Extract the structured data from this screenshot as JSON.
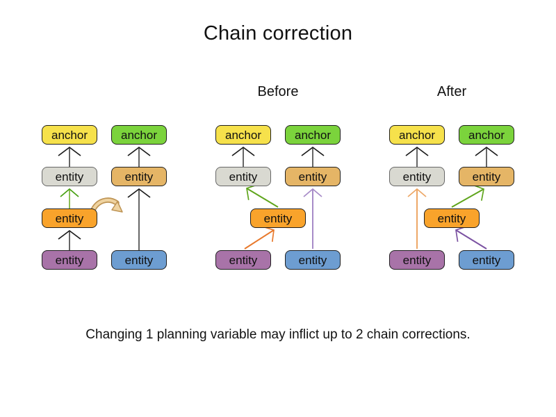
{
  "title": "Chain correction",
  "caption": "Changing 1 planning variable may inflict up to 2 chain corrections.",
  "groups": [
    {
      "label": "",
      "nodes": [
        {
          "label": "anchor",
          "color": "yellow"
        },
        {
          "label": "anchor",
          "color": "green"
        },
        {
          "label": "entity",
          "color": "gray"
        },
        {
          "label": "entity",
          "color": "tan"
        },
        {
          "label": "entity",
          "color": "orange"
        },
        {
          "label": "entity",
          "color": "purple"
        },
        {
          "label": "entity",
          "color": "blue"
        }
      ],
      "arrows": [
        {
          "from": "purple-entity",
          "to": "orange-entity",
          "color": "gray"
        },
        {
          "from": "orange-entity",
          "to": "gray-entity",
          "color": "green"
        },
        {
          "from": "gray-entity",
          "to": "yellow-anchor",
          "color": "gray"
        },
        {
          "from": "blue-entity",
          "to": "tan-entity",
          "color": "gray"
        },
        {
          "from": "tan-entity",
          "to": "green-anchor",
          "color": "gray"
        },
        {
          "type": "move-hint",
          "from": "orange-entity",
          "to": "blue-chain",
          "color": "tan-curved"
        }
      ]
    },
    {
      "label": "Before",
      "nodes": [
        {
          "label": "anchor",
          "color": "yellow"
        },
        {
          "label": "anchor",
          "color": "green"
        },
        {
          "label": "entity",
          "color": "gray"
        },
        {
          "label": "entity",
          "color": "tan"
        },
        {
          "label": "entity",
          "color": "orange"
        },
        {
          "label": "entity",
          "color": "purple"
        },
        {
          "label": "entity",
          "color": "blue"
        }
      ],
      "arrows": [
        {
          "from": "gray-entity",
          "to": "yellow-anchor",
          "color": "gray"
        },
        {
          "from": "tan-entity",
          "to": "green-anchor",
          "color": "gray"
        },
        {
          "from": "orange-entity",
          "to": "gray-entity",
          "color": "green"
        },
        {
          "from": "purple-entity",
          "to": "orange-entity",
          "color": "orange"
        },
        {
          "from": "blue-entity",
          "to": "tan-entity",
          "color": "purple"
        }
      ]
    },
    {
      "label": "After",
      "nodes": [
        {
          "label": "anchor",
          "color": "yellow"
        },
        {
          "label": "anchor",
          "color": "green"
        },
        {
          "label": "entity",
          "color": "gray"
        },
        {
          "label": "entity",
          "color": "tan"
        },
        {
          "label": "entity",
          "color": "orange"
        },
        {
          "label": "entity",
          "color": "purple"
        },
        {
          "label": "entity",
          "color": "blue"
        }
      ],
      "arrows": [
        {
          "from": "gray-entity",
          "to": "yellow-anchor",
          "color": "gray"
        },
        {
          "from": "tan-entity",
          "to": "green-anchor",
          "color": "gray"
        },
        {
          "from": "purple-entity",
          "to": "gray-entity",
          "color": "orange"
        },
        {
          "from": "orange-entity",
          "to": "tan-entity",
          "color": "green"
        },
        {
          "from": "blue-entity",
          "to": "orange-entity",
          "color": "purple"
        }
      ]
    }
  ],
  "palette": {
    "anchor-yellow": "#F6E14B",
    "anchor-green": "#7BD33C",
    "entity-gray": "#D9D9D1",
    "entity-tan": "#E5B566",
    "entity-orange": "#F9A32B",
    "entity-purple": "#A873A8",
    "entity-blue": "#6D9DD1",
    "node-border": "#1F1F1F",
    "gray-node-border": "#666666",
    "arrow-gray": "#666666",
    "arrow-head-dark": "#1A1A1A",
    "arrow-green": "#5FA51C",
    "arrow-green-light": "#8CBE57",
    "arrow-green-head": "#46A010",
    "arrow-orange": "#E8792C",
    "arrow-orange-light": "#EDA766",
    "arrow-purple-light": "#A78BC8",
    "arrow-purple-dark": "#7B52A2",
    "move-fill": "#EFD3A0",
    "move-outline": "#BE9454"
  }
}
